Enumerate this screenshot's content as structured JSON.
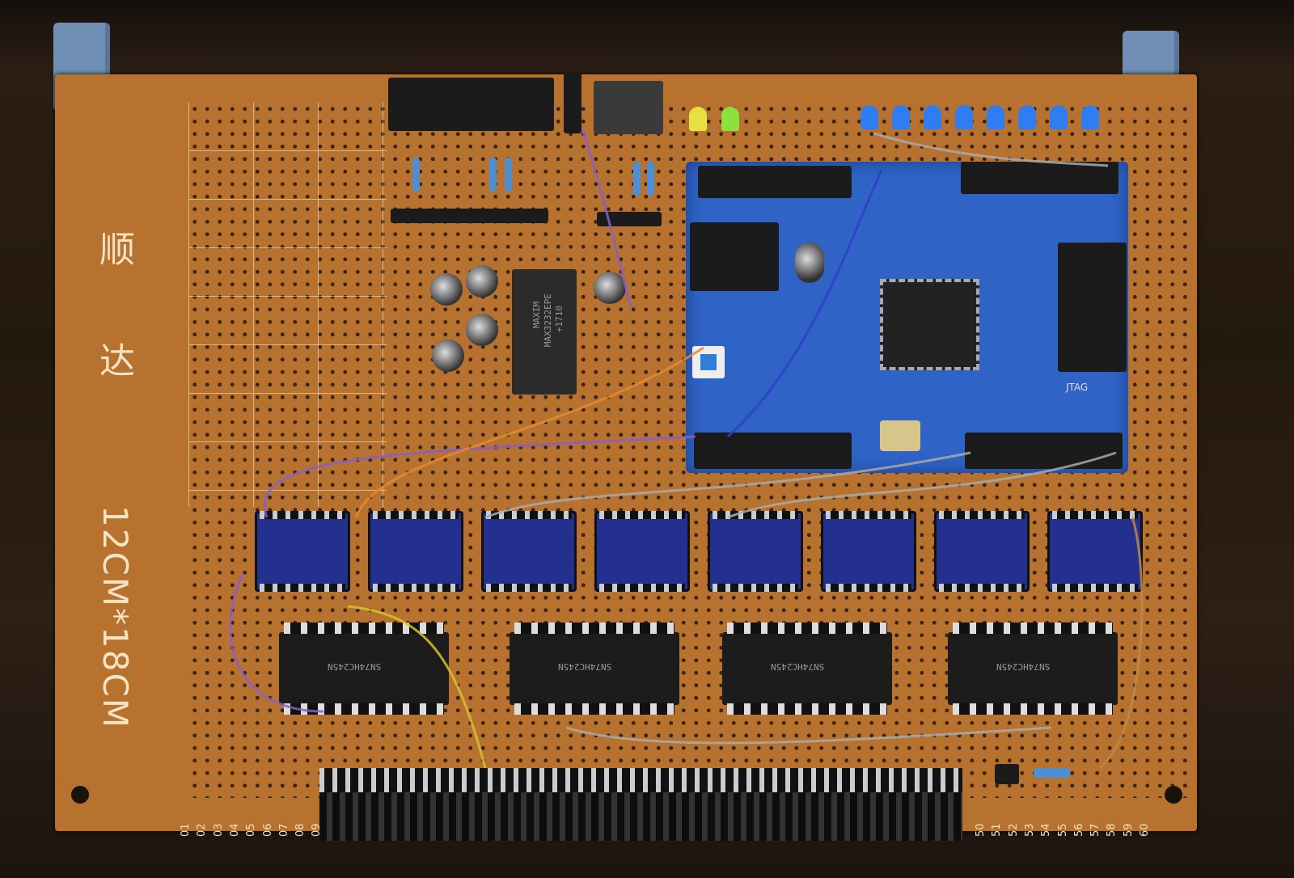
{
  "board": {
    "brand_text": "顺 达",
    "size_text": "12CM*18CM",
    "row_numbers_left": [
      "01",
      "02",
      "03",
      "04",
      "05",
      "06",
      "07",
      "08",
      "09"
    ],
    "row_numbers_right": [
      "50",
      "51",
      "52",
      "53",
      "54",
      "55",
      "56",
      "57",
      "58",
      "59",
      "60"
    ]
  },
  "chips": {
    "rs232": {
      "brand": "MAXIM",
      "part": "MAX3232EPE",
      "date": "+1710"
    },
    "buffers": [
      {
        "part": "SN74HC245N"
      },
      {
        "part": "SN74HC245N"
      },
      {
        "part": "SN74HC245N"
      },
      {
        "part": "SN74HC245N"
      }
    ]
  },
  "mcu_board": {
    "label": "JTAG"
  },
  "colors": {
    "board": "#b7722f",
    "mcu": "#2f63c5",
    "module": "#23308e"
  }
}
